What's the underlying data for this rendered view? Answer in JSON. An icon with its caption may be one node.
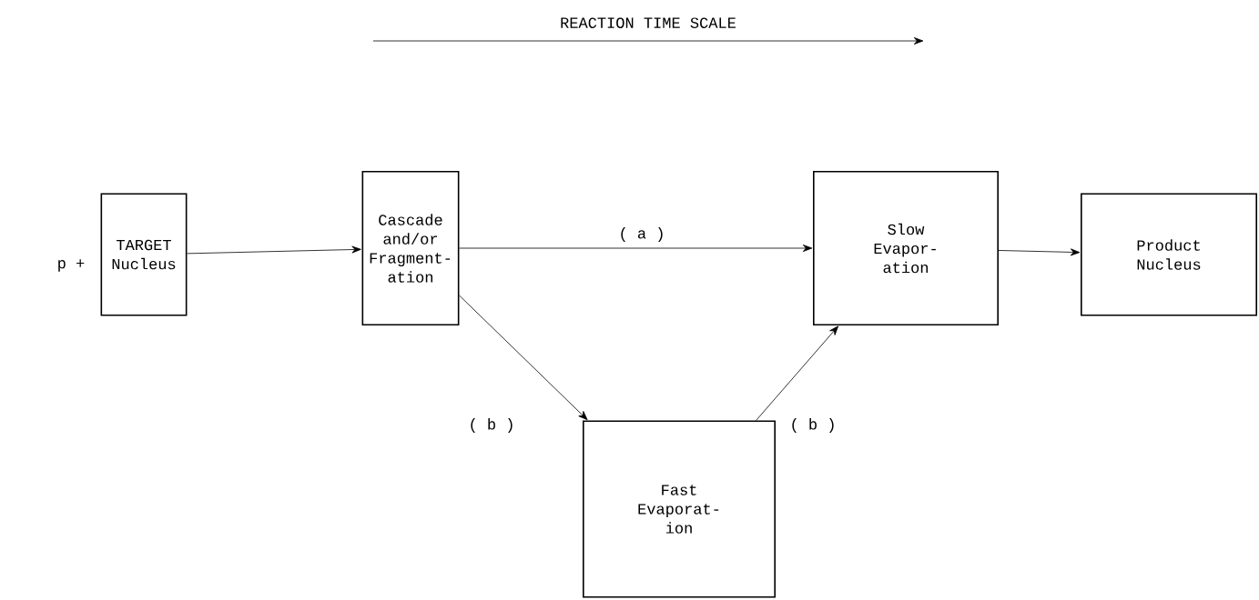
{
  "diagram": {
    "title": "REACTION TIME SCALE",
    "nodes": [
      {
        "text": [
          "TARGET Nucleus"
        ]
      },
      {
        "text": [
          "Cascade and/or Fragment- ation"
        ]
      },
      {
        "text": [
          "Slow Evapor- ation"
        ]
      },
      {
        "text": [
          "Product Nucleus"
        ]
      },
      {
        "text": [
          "Fast Evaporat- ion"
        ]
      }
    ],
    "edges": [
      {
        "from": 0,
        "to": 1,
        "arrow": "to"
      },
      {
        "from": 1,
        "to": 2,
        "arrow": "to",
        "label": "( a )"
      },
      {
        "from": 2,
        "to": 3,
        "arrow": "to"
      },
      {
        "from": 1,
        "to": 4,
        "arrow": "to",
        "label": "( b )"
      },
      {
        "from": 4,
        "to": 2,
        "arrow": "to",
        "label": "( b )"
      }
    ],
    "labels": [
      "p +"
    ]
  }
}
